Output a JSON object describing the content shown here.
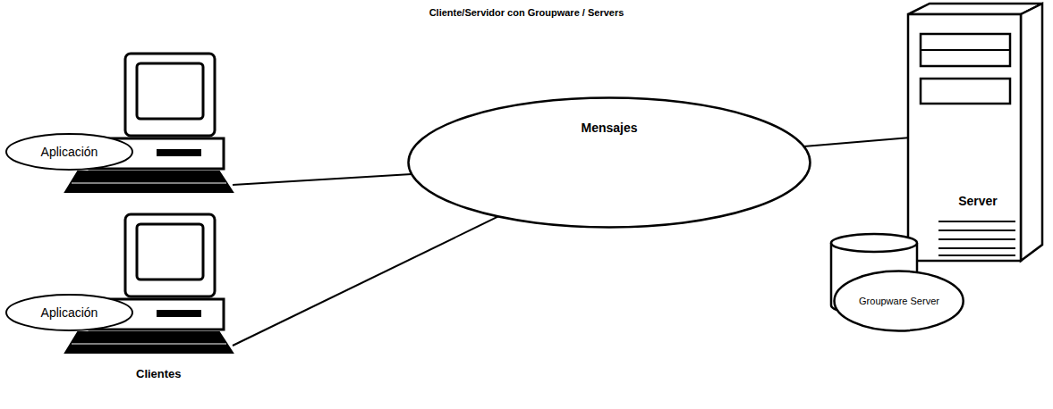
{
  "diagram": {
    "title": "Cliente/Servidor con Groupware / Servers",
    "nodes": [
      {
        "text": [
          "Aplicación"
        ]
      },
      {
        "text": [
          "Aplicación"
        ]
      },
      {
        "text": [
          "Mensajes"
        ]
      },
      {
        "text": [
          "Server"
        ]
      },
      {
        "text": [
          "Groupware Server"
        ]
      }
    ],
    "edges": [
      {
        "from": 0,
        "to": 2,
        "arrow": "none"
      },
      {
        "from": 1,
        "to": 2,
        "arrow": "none"
      },
      {
        "from": 2,
        "to": 3,
        "arrow": "none"
      }
    ],
    "labels": [
      "Clientes"
    ]
  }
}
